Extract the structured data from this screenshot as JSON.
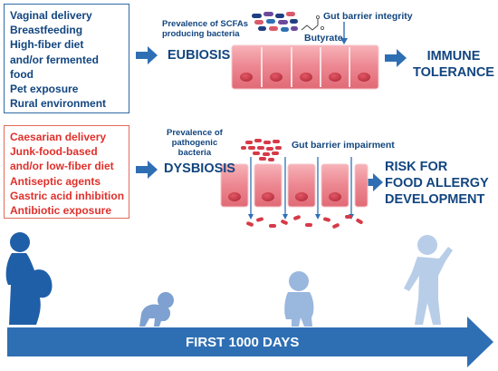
{
  "exposures_eubiosis": [
    "Vaginal delivery",
    "Breastfeeding",
    "High-fiber diet",
    "and/or fermented",
    "food",
    "Pet exposure",
    "Rural environment"
  ],
  "exposures_dysbiosis": [
    "Caesarian delivery",
    "Junk-food-based",
    "and/or low-fiber diet",
    "Antiseptic agents",
    "Gastric acid inhibition",
    "Antibiotic exposure"
  ],
  "eubiosis": {
    "state": "EUBIOSIS",
    "bacteria_note": [
      "Prevalence of SCFAs",
      "producing bacteria"
    ],
    "metabolite": "Butyrate",
    "barrier": "Gut barrier integrity",
    "outcome": [
      "IMMUNE",
      "TOLERANCE"
    ]
  },
  "dysbiosis": {
    "state": "DYSBIOSIS",
    "bacteria_note": [
      "Prevalence of",
      "pathogenic",
      "bacteria"
    ],
    "barrier": "Gut barrier impairment",
    "outcome": [
      "RISK FOR",
      "FOOD ALLERGY",
      "DEVELOPMENT"
    ]
  },
  "timeline": "FIRST 1000 DAYS",
  "colors": {
    "navy": "#12457f",
    "red": "#e0302b",
    "arrow_blue": "#2e6fb4",
    "cell_pink": "#ea7f89",
    "silhouette_dark": "#1f5fa7",
    "silhouette_light": "#a9c2e3"
  }
}
